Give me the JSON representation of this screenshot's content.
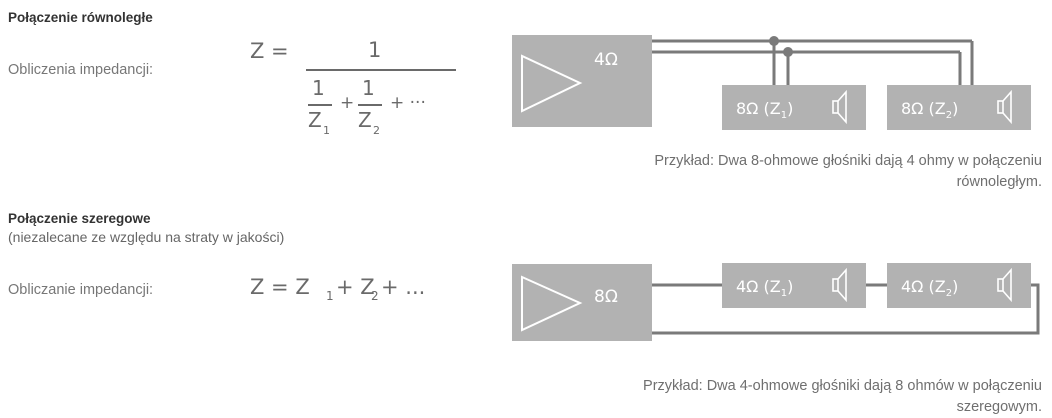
{
  "parallel": {
    "title": "Połączenie równoległe",
    "calc_label": "Obliczenia impedancji:",
    "formula": {
      "lhs": "Z =",
      "numerator": "1",
      "term1_num": "1",
      "term1_den": "Z",
      "term1_sub": "1",
      "term2_num": "1",
      "term2_den": "Z",
      "term2_sub": "2",
      "plus": "+",
      "ellipsis": "+ ···"
    },
    "diagram": {
      "amp_label": "4Ω",
      "speaker1_label": "8Ω (Z",
      "speaker1_sub": "1",
      "speaker2_label": "8Ω (Z",
      "speaker2_sub": "2",
      "close_paren": ")"
    },
    "caption_line1": "Przykład: Dwa 8-ohmowe głośniki dają 4 ohmy w połączeniu",
    "caption_line2": "równoległym."
  },
  "series": {
    "title": "Połączenie szeregowe",
    "subtitle": "(niezalecane ze względu na straty w jakości)",
    "calc_label": "Obliczanie impedancji:",
    "formula": {
      "lhs": "Z = Z",
      "sub1": "1",
      "plus": "+ Z",
      "sub2": "2",
      "ellipsis": "+ ..."
    },
    "diagram": {
      "amp_label": "8Ω",
      "speaker1_label": "4Ω (Z",
      "speaker1_sub": "1",
      "speaker2_label": "4Ω (Z",
      "speaker2_sub": "2",
      "close_paren": ")"
    },
    "caption_line1": "Przykład: Dwa 4-ohmowe głośniki dają 8 ohmów w połączeniu",
    "caption_line2": "szeregowym."
  },
  "colors": {
    "box_fill": "#b2b2b2",
    "wire": "#7a7a7a",
    "box_text": "#ffffff"
  }
}
